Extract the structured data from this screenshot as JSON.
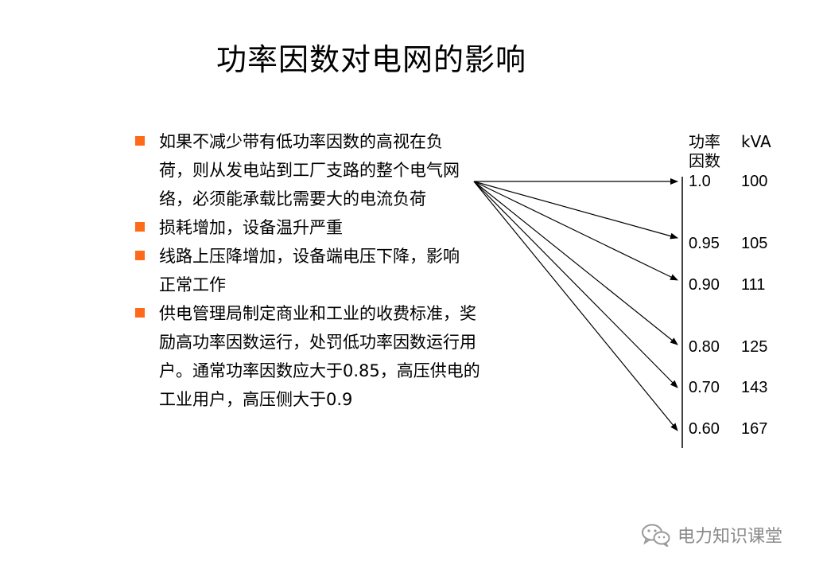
{
  "title": "功率因数对电网的影响",
  "bullets": [
    "如果不减少带有低功率因数的高视在负荷，则从发电站到工厂支路的整个电气网络，必须能承载比需要大的电流负荷",
    "损耗增加，设备温升严重",
    "线路上压降增加，设备端电压下降，影响正常工作",
    "供电管理局制定商业和工业的收费标准，奖励高功率因数运行，处罚低功率因数运行用户。通常功率因数应大于0.85，高压供电的工业用户，高压侧大于0.9"
  ],
  "table": {
    "pf_header_line1": "功率",
    "pf_header_line2": "因数",
    "kva_header": "kVA",
    "rows": [
      {
        "pf": "1.0",
        "kva": "100"
      },
      {
        "pf": "0.95",
        "kva": "105"
      },
      {
        "pf": "0.90",
        "kva": "111"
      },
      {
        "pf": "0.80",
        "kva": "125"
      },
      {
        "pf": "0.70",
        "kva": "143"
      },
      {
        "pf": "0.60",
        "kva": "167"
      }
    ]
  },
  "watermark": {
    "text": "电力知识课堂",
    "icon": "wechat-icon"
  },
  "colors": {
    "bullet": "#ff6a1a",
    "watermark": "#8a8a8a"
  }
}
